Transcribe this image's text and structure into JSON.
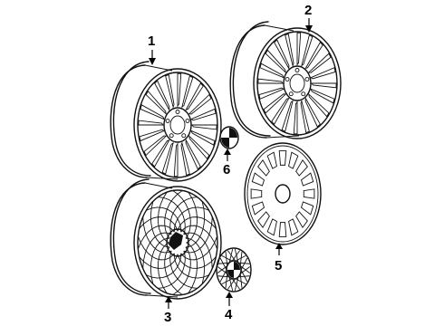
{
  "callouts": [
    {
      "id": "1",
      "part": "wheel"
    },
    {
      "id": "2",
      "part": "wheel"
    },
    {
      "id": "3",
      "part": "wheel"
    },
    {
      "id": "4",
      "part": "hub-cap"
    },
    {
      "id": "5",
      "part": "wheel-cover"
    },
    {
      "id": "6",
      "part": "emblem"
    }
  ],
  "colors": {
    "line": "#111111",
    "background": "#ffffff"
  }
}
